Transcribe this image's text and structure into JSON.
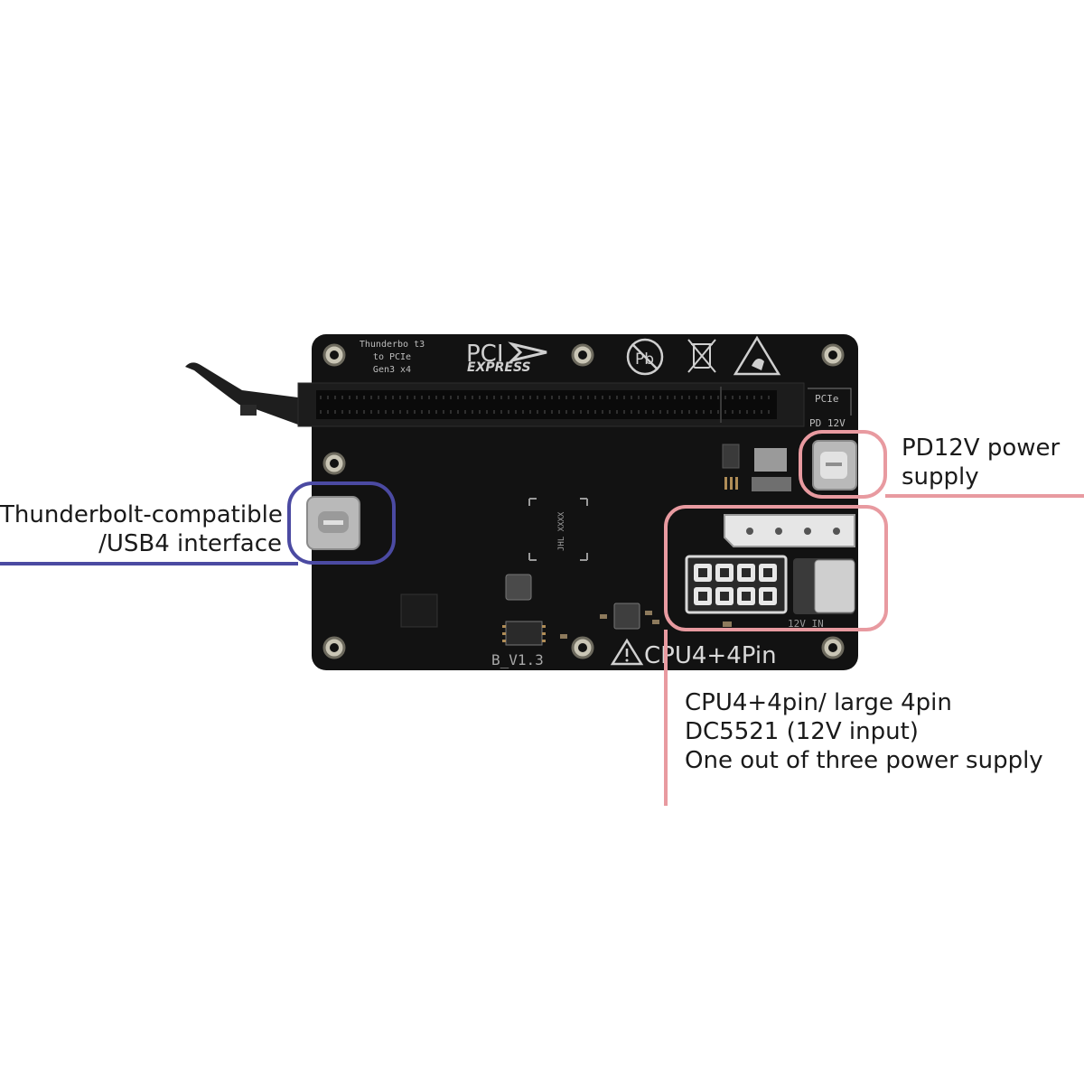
{
  "board": {
    "silk_title_lines": [
      "Thunderbo t3",
      "to PCIe",
      "Gen3 x4"
    ],
    "pcie_logo_top": "PCI",
    "pcie_logo_bottom": "EXPRESS",
    "silk_pcie": "PCIe",
    "silk_pd12v": "PD 12V",
    "chip_label": "JHL XXXX",
    "version": "B_V1.3",
    "silk_12vin": "12V IN",
    "cpu_label": "CPU4+4Pin"
  },
  "callouts": {
    "thunderbolt": {
      "lines": [
        "Thunderbolt-compatible",
        "/USB4 interface"
      ],
      "color": "#4b4aa2"
    },
    "pd12v": {
      "lines": [
        "PD12V power",
        "supply"
      ],
      "color": "#e89aa0"
    },
    "power": {
      "lines": [
        "CPU4+4pin/ large 4pin",
        "DC5521 (12V input)",
        "One out of three power supply"
      ],
      "color": "#e89aa0"
    }
  },
  "colors": {
    "pcb": "#121212",
    "silkscreen": "#cfcfcf",
    "background": "#ffffff"
  }
}
